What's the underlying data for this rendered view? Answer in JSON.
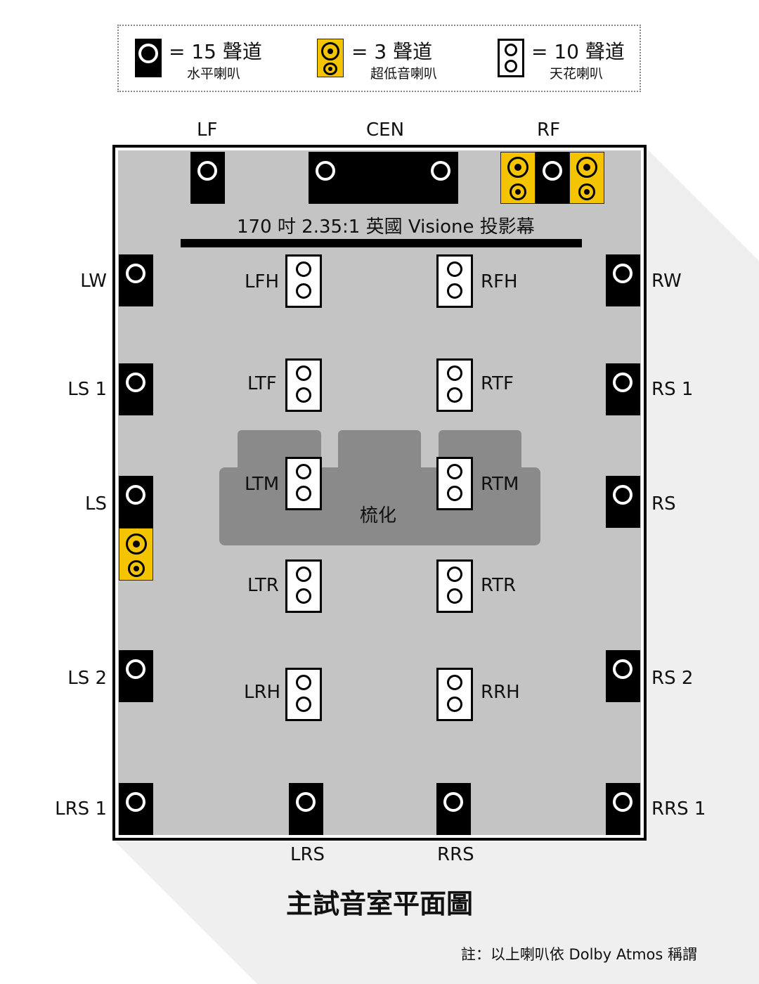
{
  "legend": {
    "front": {
      "count": "= 15 聲道",
      "desc": "水平喇叭"
    },
    "sub": {
      "count": "= 3 聲道",
      "desc": "超低音喇叭"
    },
    "ceiling": {
      "count": "= 10 聲道",
      "desc": "天花喇叭"
    }
  },
  "labels": {
    "lf": "LF",
    "cen": "CEN",
    "rf": "RF",
    "lw": "LW",
    "rw": "RW",
    "ls1": "LS 1",
    "rs1": "RS 1",
    "ls": "LS",
    "rs": "RS",
    "ls2": "LS 2",
    "rs2": "RS 2",
    "lrs1": "LRS 1",
    "rrs1": "RRS 1",
    "lrs": "LRS",
    "rrs": "RRS",
    "lfh": "LFH",
    "rfh": "RFH",
    "ltf": "LTF",
    "rtf": "RTF",
    "ltm": "LTM",
    "rtm": "RTM",
    "ltr": "LTR",
    "rtr": "RTR",
    "lrh": "LRH",
    "rrh": "RRH"
  },
  "screen": {
    "text": "170 吋 2.35:1 英國 Visione 投影幕"
  },
  "seating": {
    "text": "梳化"
  },
  "title": "主試音室平面圖",
  "note": "註：以上喇叭依 Dolby Atmos 稱謂",
  "colors": {
    "sub_yellow": "#f5c400",
    "room_floor": "#c4c4c4",
    "seat_gray": "#8a8a8a",
    "shadow": "#efefef"
  }
}
